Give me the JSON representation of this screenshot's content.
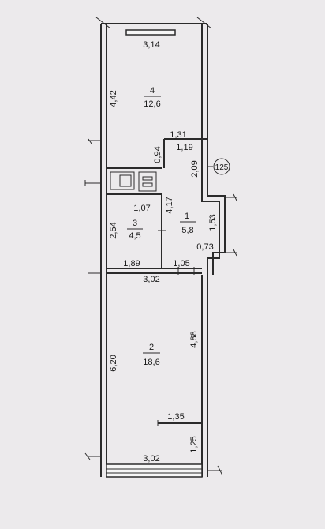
{
  "rooms": [
    {
      "number": "4",
      "area": "12,6"
    },
    {
      "number": "1",
      "area": "5,8"
    },
    {
      "number": "3",
      "area": "4,5"
    },
    {
      "number": "2",
      "area": "18,6"
    }
  ],
  "dimensions": {
    "room4_width": "3,14",
    "room4_height": "4,42",
    "corridor_top_width": "1,31",
    "corridor_inner_width": "1,19",
    "corridor_side_upper": "0,94",
    "corridor_right_upper": "2,09",
    "corridor_height": "4,17",
    "corridor_right_lower": "1,53",
    "corridor_notch": "0,73",
    "bath_top_width": "1,07",
    "bath_height": "2,54",
    "bath_bottom_width": "1,89",
    "door_width": "1,05",
    "room2_top_width": "3,02",
    "room2_height": "6,20",
    "room2_right_height": "4,88",
    "room2_niche_width": "1,35",
    "room2_niche_height": "1,25",
    "room2_bottom_width": "3,02"
  },
  "apartment_number": "125"
}
